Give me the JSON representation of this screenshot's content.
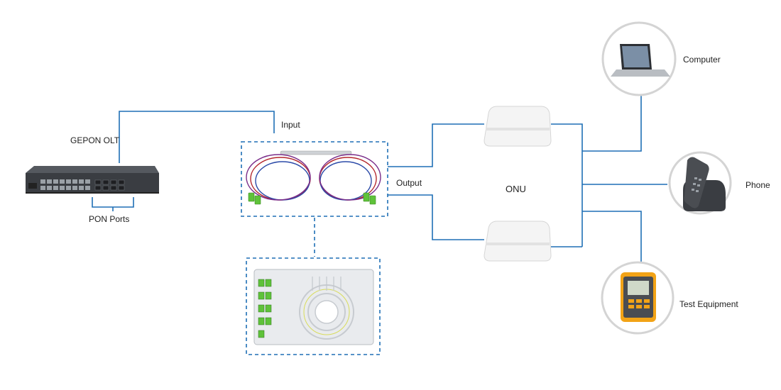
{
  "labels": {
    "olt": "GEPON OLT",
    "pon_ports": "PON Ports",
    "input": "Input",
    "output": "Output",
    "onu": "ONU",
    "computer": "Computer",
    "phone": "Phone",
    "test_equipment": "Test Equipment"
  },
  "colors": {
    "link": "#1f6fb5",
    "dashed_box": "#1f6fb5",
    "circle_border": "#d4d4d4",
    "olt_body": "#3a3d42",
    "onu_body": "#f1f1f1",
    "fiber_red": "#b3262c",
    "fiber_blue": "#2b4aa8",
    "sc_green": "#5fc23a",
    "tester_yellow": "#f2a316"
  },
  "icons": [
    "olt-switch-icon",
    "splitter-icon",
    "splice-tray-icon",
    "onu-icon",
    "laptop-icon",
    "phone-icon",
    "tester-icon"
  ]
}
